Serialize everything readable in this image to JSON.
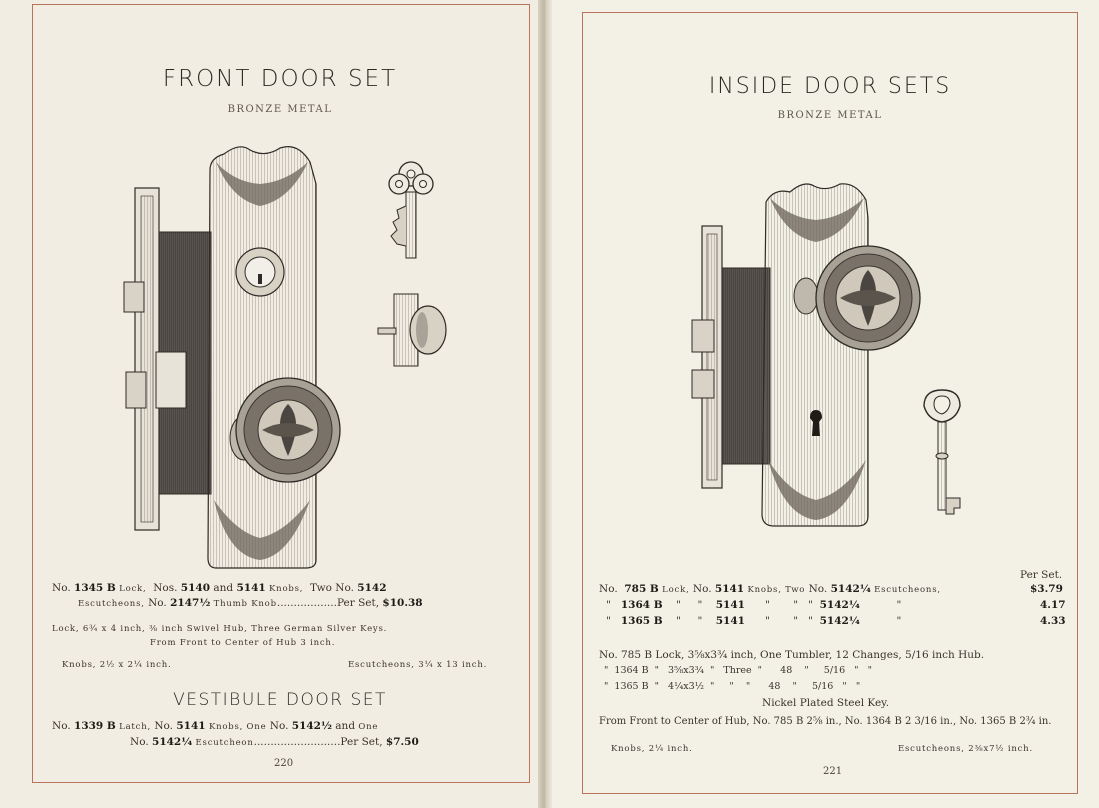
{
  "left": {
    "title": "FRONT DOOR SET",
    "subtitle": "BRONZE METAL",
    "line1": {
      "no": "No.",
      "lock_num": "1345 B",
      "lock": "Lock,",
      "nos": "Nos.",
      "k1": "5140",
      "and": "and",
      "k2": "5141",
      "knobs": "Knobs,",
      "two": "Two",
      "no2": "No.",
      "esc": "5142"
    },
    "line2": {
      "escutcheons": "Escutcheons,",
      "no": "No.",
      "thumb_num": "2147½",
      "thumb": "Thumb Knob",
      "dots": "..................",
      "per": "Per Set,",
      "price": "$10.38"
    },
    "line3": "Lock, 6¾ x 4 inch, ⅜ inch Swivel Hub, Three German Silver Keys.",
    "line4": "From Front to Center of Hub 3 inch.",
    "knobs": "Knobs, 2½ x 2¼ inch.",
    "escutcheons": "Escutcheons, 3¼ x 13 inch.",
    "vestibule_title": "VESTIBULE DOOR SET",
    "v1": {
      "no": "No.",
      "latch_num": "1339 B",
      "latch": "Latch,",
      "no2": "No.",
      "knob_num": "5141",
      "knobs": "Knobs,",
      "one": "One",
      "no3": "No.",
      "esc1": "5142½",
      "and": "and",
      "one2": "One"
    },
    "v2": {
      "no": "No.",
      "esc_num": "5142¼",
      "escutcheon": "Escutcheon",
      "dots": "..........................",
      "per": "Per Set,",
      "price": "$7.50"
    },
    "page": "220"
  },
  "right": {
    "title": "INSIDE DOOR SETS",
    "subtitle": "BRONZE METAL",
    "per_set": "Per Set.",
    "rows": [
      {
        "prefix": "No.",
        "lock": "785 B",
        "locklabel": "Lock,",
        "no": "No.",
        "knob": "5141",
        "knobs": "Knobs,",
        "two": "Two",
        "no2": "No.",
        "esc": "5142¼",
        "escl": "Escutcheons,",
        "price": "$3.79"
      },
      {
        "prefix": "\"",
        "lock": "1364 B",
        "locklabel": "\"",
        "no": "\"",
        "knob": "5141",
        "knobs": "\"",
        "two": "\"",
        "no2": "\"",
        "esc": "5142¼",
        "escl": "\"",
        "price": "4.17"
      },
      {
        "prefix": "\"",
        "lock": "1365 B",
        "locklabel": "\"",
        "no": "\"",
        "knob": "5141",
        "knobs": "\"",
        "two": "\"",
        "no2": "\"",
        "esc": "5142¼",
        "escl": "\"",
        "price": "4.33"
      }
    ],
    "spec1": "No. 785 B Lock, 3⅝x3¾ inch, One Tumbler, 12 Changes, 5/16 inch Hub.",
    "spec2": "\"  1364 B  \"   3⅝x3¾  \"   Three  \"      48    \"     5/16   \"   \"",
    "spec3": "\"  1365 B  \"   4¼x3½  \"     \"    \"      48    \"     5/16   \"   \"",
    "spec4": "Nickel Plated Steel Key.",
    "spec5": "From Front to Center of Hub, No. 785 B 2⅝ in., No. 1364 B 2 3/16 in., No. 1365 B 2¾ in.",
    "knobs": "Knobs, 2¼ inch.",
    "escutcheons": "Escutcheons, 2⅜x7½ inch.",
    "page": "221"
  },
  "colors": {
    "paper": "#f1ede2",
    "frame": "#b9735c",
    "ink": "#3a332c"
  }
}
